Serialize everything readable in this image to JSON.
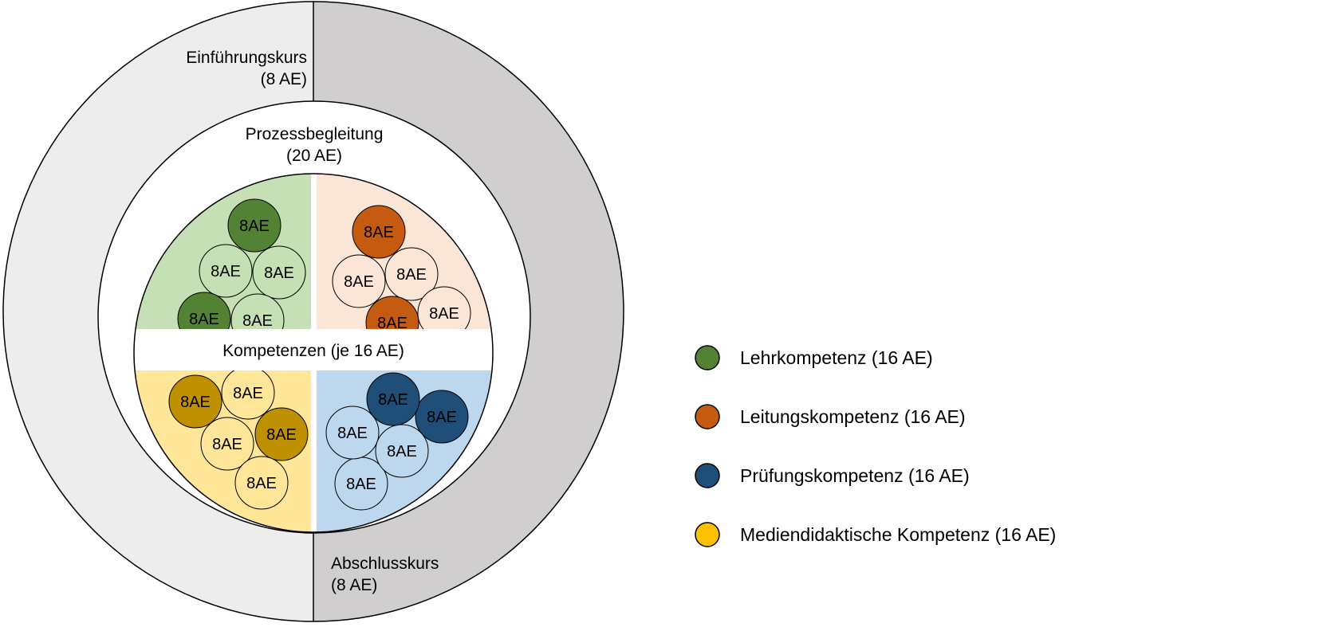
{
  "outer_ring": {
    "intro": {
      "title": "Einführungskurs",
      "hours": "(8 AE)"
    },
    "final": {
      "title": "Abschlusskurs",
      "hours": "(8 AE)"
    }
  },
  "middle_ring": {
    "title": "Prozessbegleitung",
    "hours": "(20 AE)"
  },
  "core": {
    "band_label": "Kompetenzen (je 16 AE)",
    "unit_label": "8AE",
    "quadrants": [
      {
        "id": "lehr",
        "filled": [
          true,
          false,
          false,
          true,
          false
        ]
      },
      {
        "id": "leitung",
        "filled": [
          true,
          false,
          false,
          true,
          false
        ]
      },
      {
        "id": "medien",
        "filled": [
          true,
          false,
          false,
          true,
          false
        ]
      },
      {
        "id": "pruefung",
        "filled": [
          false,
          true,
          false,
          false,
          true
        ]
      }
    ]
  },
  "colors": {
    "outer_left": "#ededed",
    "outer_right": "#d0cece",
    "lehr_dark": "#548235",
    "lehr_light": "#c5e0b4",
    "leitung_dark": "#c55a11",
    "leitung_light": "#fbe5d6",
    "medien_dark": "#bf9000",
    "medien_light": "#ffe699",
    "pruefung_dark": "#1f4e79",
    "pruefung_light": "#bdd7ee",
    "medien_legend": "#ffc000"
  },
  "legend": [
    {
      "label": "Lehrkompetenz (16 AE)",
      "color": "#548235"
    },
    {
      "label": "Leitungskompetenz (16 AE)",
      "color": "#c55a11"
    },
    {
      "label": "Prüfungskompetenz (16 AE)",
      "color": "#1f4e79"
    },
    {
      "label": "Mediendidaktische Kompetenz (16 AE)",
      "color": "#ffc000"
    }
  ]
}
